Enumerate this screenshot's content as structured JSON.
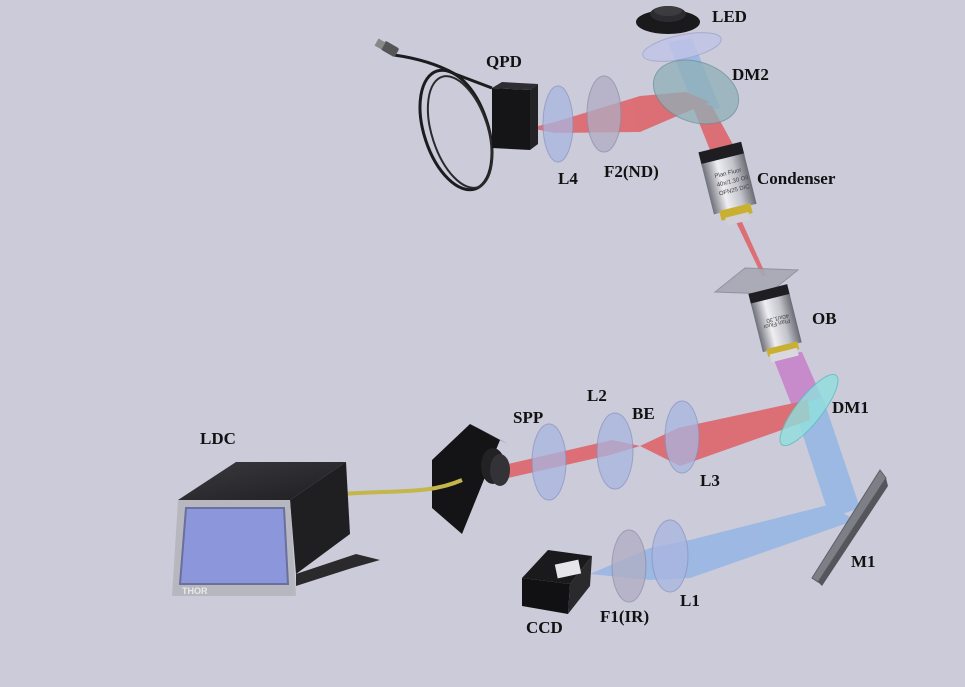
{
  "labels": {
    "led": "LED",
    "qpd": "QPD",
    "dm2": "DM2",
    "l4": "L4",
    "f2": "F2(ND)",
    "condenser": "Condenser",
    "ob": "OB",
    "l2": "L2",
    "be": "BE",
    "spp": "SPP",
    "dm1": "DM1",
    "ldc": "LDC",
    "l3": "L3",
    "m1": "M1",
    "f1": "F1(IR)",
    "l1": "L1",
    "ccd": "CCD"
  },
  "ldc_brand": "THOR",
  "colors": {
    "background": "#cccbd9",
    "laser_beam": "#e0565a",
    "led_beam": "#8fb4e6",
    "lens": "#a9b6e0",
    "filter": "#b0adc4",
    "dichroic_dm1": "#8fe0df",
    "dichroic_dm2": "#8fb0b8",
    "mirror": "#7e7e86",
    "ldc_screen": "#8c96db",
    "fiber_cable": "#c4b64a"
  }
}
